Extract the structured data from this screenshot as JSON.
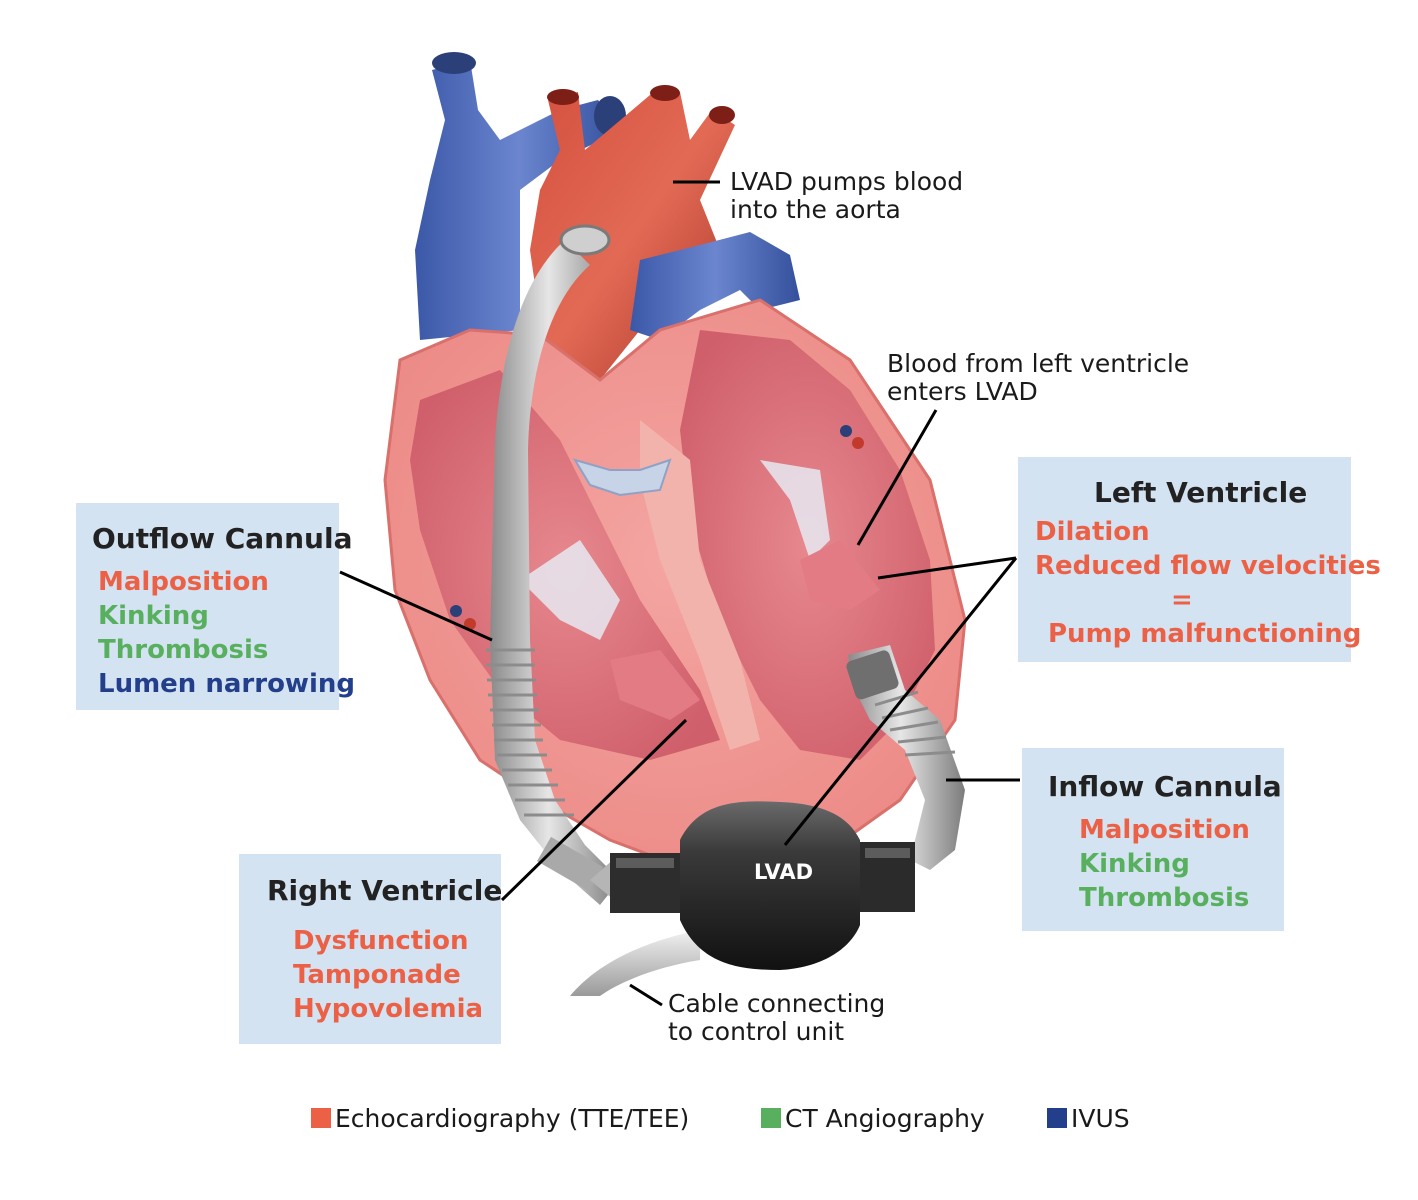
{
  "annotations": {
    "aorta_note": [
      "LVAD pumps blood",
      "into the aorta"
    ],
    "lv_note": [
      "Blood from left ventricle",
      "enters LVAD"
    ],
    "cable_note": [
      "Cable connecting",
      "to control unit"
    ],
    "device_label": "LVAD"
  },
  "boxes": {
    "outflow_cannula": {
      "title": "Outflow Cannula",
      "items": [
        {
          "text": "Malposition",
          "modality": "echo"
        },
        {
          "text": "Kinking",
          "modality": "ct"
        },
        {
          "text": "Thrombosis",
          "modality": "ct"
        },
        {
          "text": "Lumen narrowing",
          "modality": "ivus"
        }
      ]
    },
    "left_ventricle": {
      "title": "Left Ventricle",
      "items": [
        {
          "text": "Dilation",
          "modality": "echo"
        },
        {
          "text": "Reduced flow velocities",
          "modality": "echo"
        },
        {
          "text": "=",
          "modality": "echo"
        },
        {
          "text": "Pump malfunctioning",
          "modality": "echo"
        }
      ]
    },
    "right_ventricle": {
      "title": "Right Ventricle",
      "items": [
        {
          "text": "Dysfunction",
          "modality": "echo"
        },
        {
          "text": "Tamponade",
          "modality": "echo"
        },
        {
          "text": "Hypovolemia",
          "modality": "echo"
        }
      ]
    },
    "inflow_cannula": {
      "title": "Inflow Cannula",
      "items": [
        {
          "text": "Malposition",
          "modality": "echo"
        },
        {
          "text": "Kinking",
          "modality": "ct"
        },
        {
          "text": "Thrombosis",
          "modality": "ct"
        }
      ]
    }
  },
  "legend": [
    {
      "label": "Echocardiography (TTE/TEE)",
      "color": "#ec6146"
    },
    {
      "label": "CT Angiography",
      "color": "#58b05e"
    },
    {
      "label": "IVUS",
      "color": "#233e8a"
    }
  ],
  "colors": {
    "box_background": "#d3e3f2",
    "echo": "#ec6146",
    "ct": "#58b05e",
    "ivus": "#233e8a"
  }
}
